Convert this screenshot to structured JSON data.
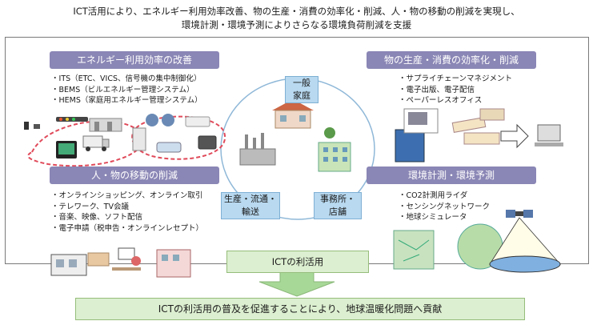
{
  "header": {
    "line1": "ICT活用により、エネルギー利用効率改善、物の生産・消費の効率化・削減、人・物の移動の削減を実現し、",
    "line2": "環境計測・環境予測によりさらなる環境負荷削減を支援"
  },
  "categories": {
    "energy": {
      "title": "エネルギー利用効率の改善",
      "items": [
        "ITS（ETC、VICS、信号機の集中制御化）",
        "BEMS（ビルエネルギー管理システム）",
        "HEMS（家庭用エネルギー管理システム）"
      ]
    },
    "production": {
      "title": "物の生産・消費の効率化・削減",
      "items": [
        "サプライチェーンマネジメント",
        "電子出版、電子配信",
        "ペーパーレスオフィス"
      ]
    },
    "transport": {
      "title": "人・物の移動の削減",
      "items": [
        "オンラインショッピング、オンライン取引",
        "テレワーク、TV会議",
        "音楽、映像、ソフト配信",
        "電子申請（税申告・オンラインレセプト）"
      ]
    },
    "environment": {
      "title": "環境計測・環境予測",
      "items": [
        "CO2計測用ライダ",
        "センシングネットワーク",
        "地球シミュレータ"
      ]
    }
  },
  "nodes": {
    "household": "一般\n家庭",
    "distribution": "生産・流通・\n輸送",
    "office": "事務所・\n店舗"
  },
  "ict_box": "ICTの利活用",
  "footer": "ICTの利活用の普及を促進することにより、地球温暖化問題へ貢献"
}
